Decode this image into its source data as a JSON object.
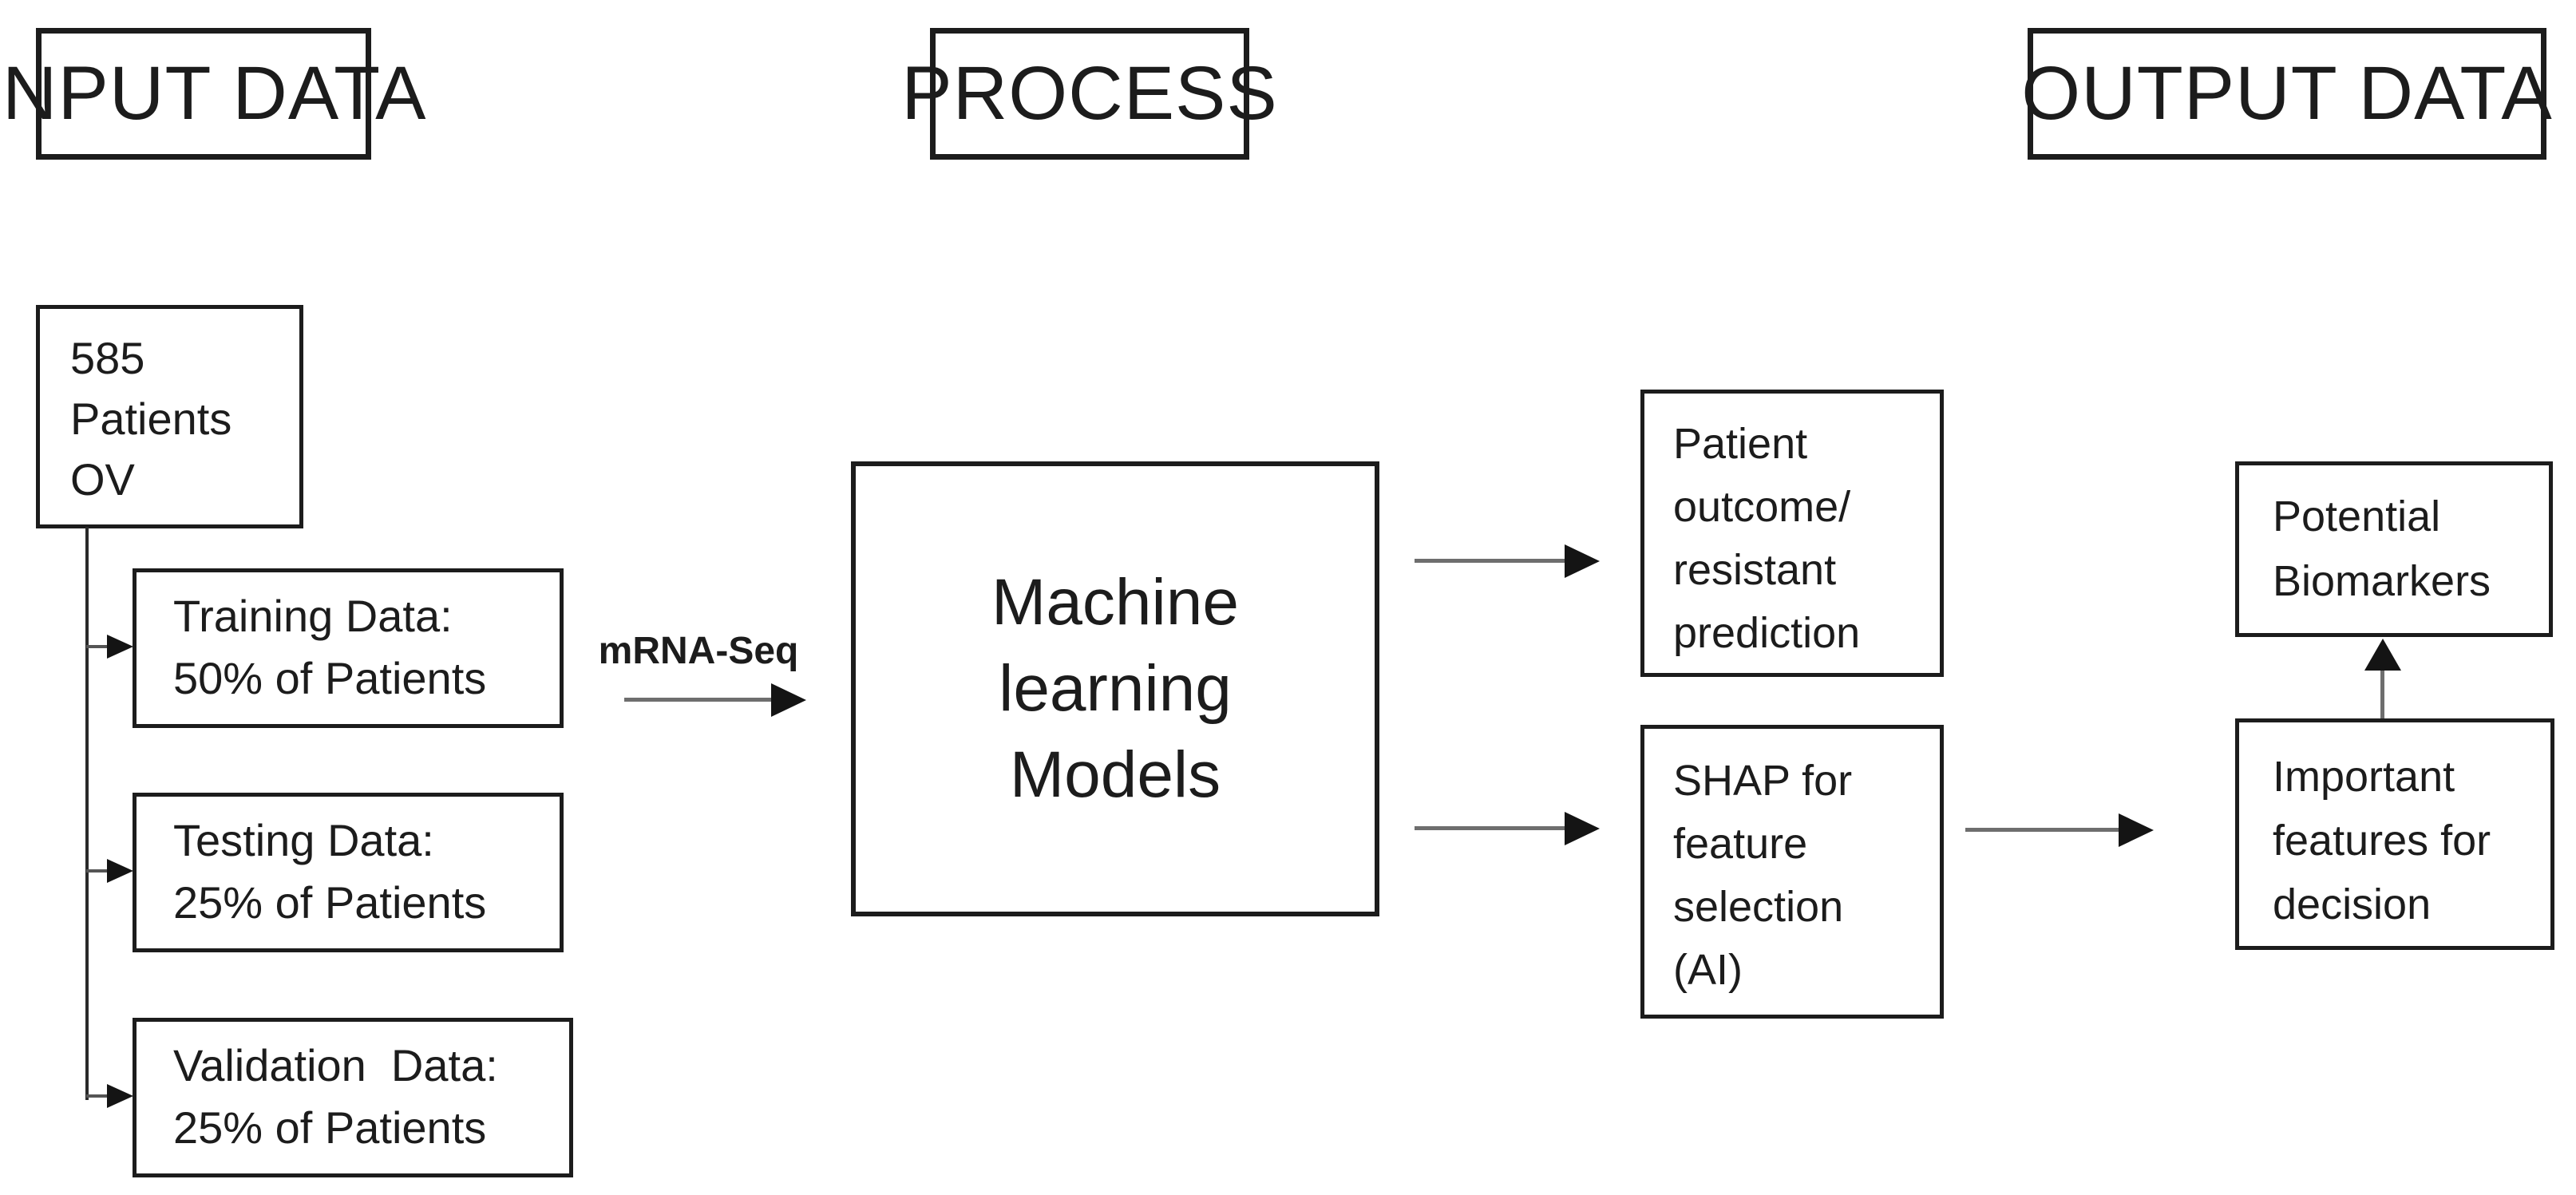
{
  "diagram": {
    "title": "Machine learning biomarker discovery workflow",
    "headers": {
      "input": "INPUT DATA",
      "process": "PROCESS",
      "output": "OUTPUT DATA"
    },
    "nodes": {
      "patients": "585\nPatients\nOV",
      "training": "Training Data:\n50% of Patients",
      "testing": "Testing Data:\n25% of Patients",
      "validation": "Validation  Data:\n25% of Patients",
      "ml_models": "Machine\nlearning\nModels",
      "patient_outcome": "Patient\noutcome/\nresistant\nprediction",
      "shap": "SHAP for\nfeature\nselection\n(AI)",
      "potential_biomarkers": "Potential\nBiomarkers",
      "important_features": "Important\nfeatures for\ndecision"
    },
    "edge_labels": {
      "mrna_seq": "mRNA-Seq"
    },
    "edges": [
      "585 Patients OV -> Training Data",
      "585 Patients OV -> Testing Data",
      "585 Patients OV -> Validation Data",
      "Training/Testing/Validation -(mRNA-Seq)-> Machine learning Models",
      "Machine learning Models -> Patient outcome/resistant prediction",
      "Machine learning Models -> SHAP for feature selection (AI)",
      "SHAP for feature selection (AI) -> Important features for decision",
      "Important features for decision -> Potential Biomarkers"
    ],
    "colors": {
      "background": "#ffffff",
      "box_border": "#1c1c1c",
      "text": "#1c1c1c",
      "arrow_shaft": "#6e6e6e",
      "arrow_head": "#141414"
    }
  }
}
